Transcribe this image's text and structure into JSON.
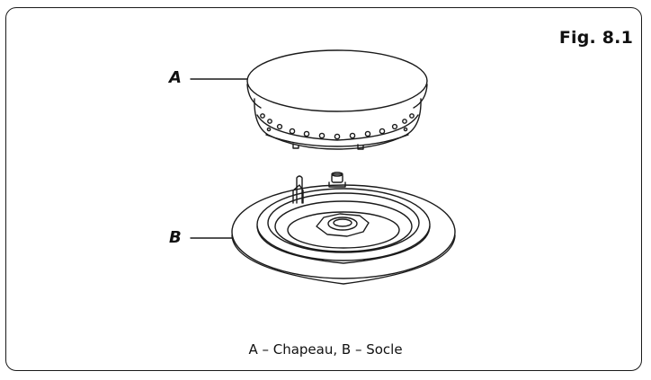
{
  "figure": {
    "title": "Fig. 8.1",
    "callout_a": "A",
    "callout_b": "B",
    "caption": "A – Chapeau,  B – Socle"
  },
  "colors": {
    "line": "#1a1a1a",
    "background": "#ffffff"
  }
}
